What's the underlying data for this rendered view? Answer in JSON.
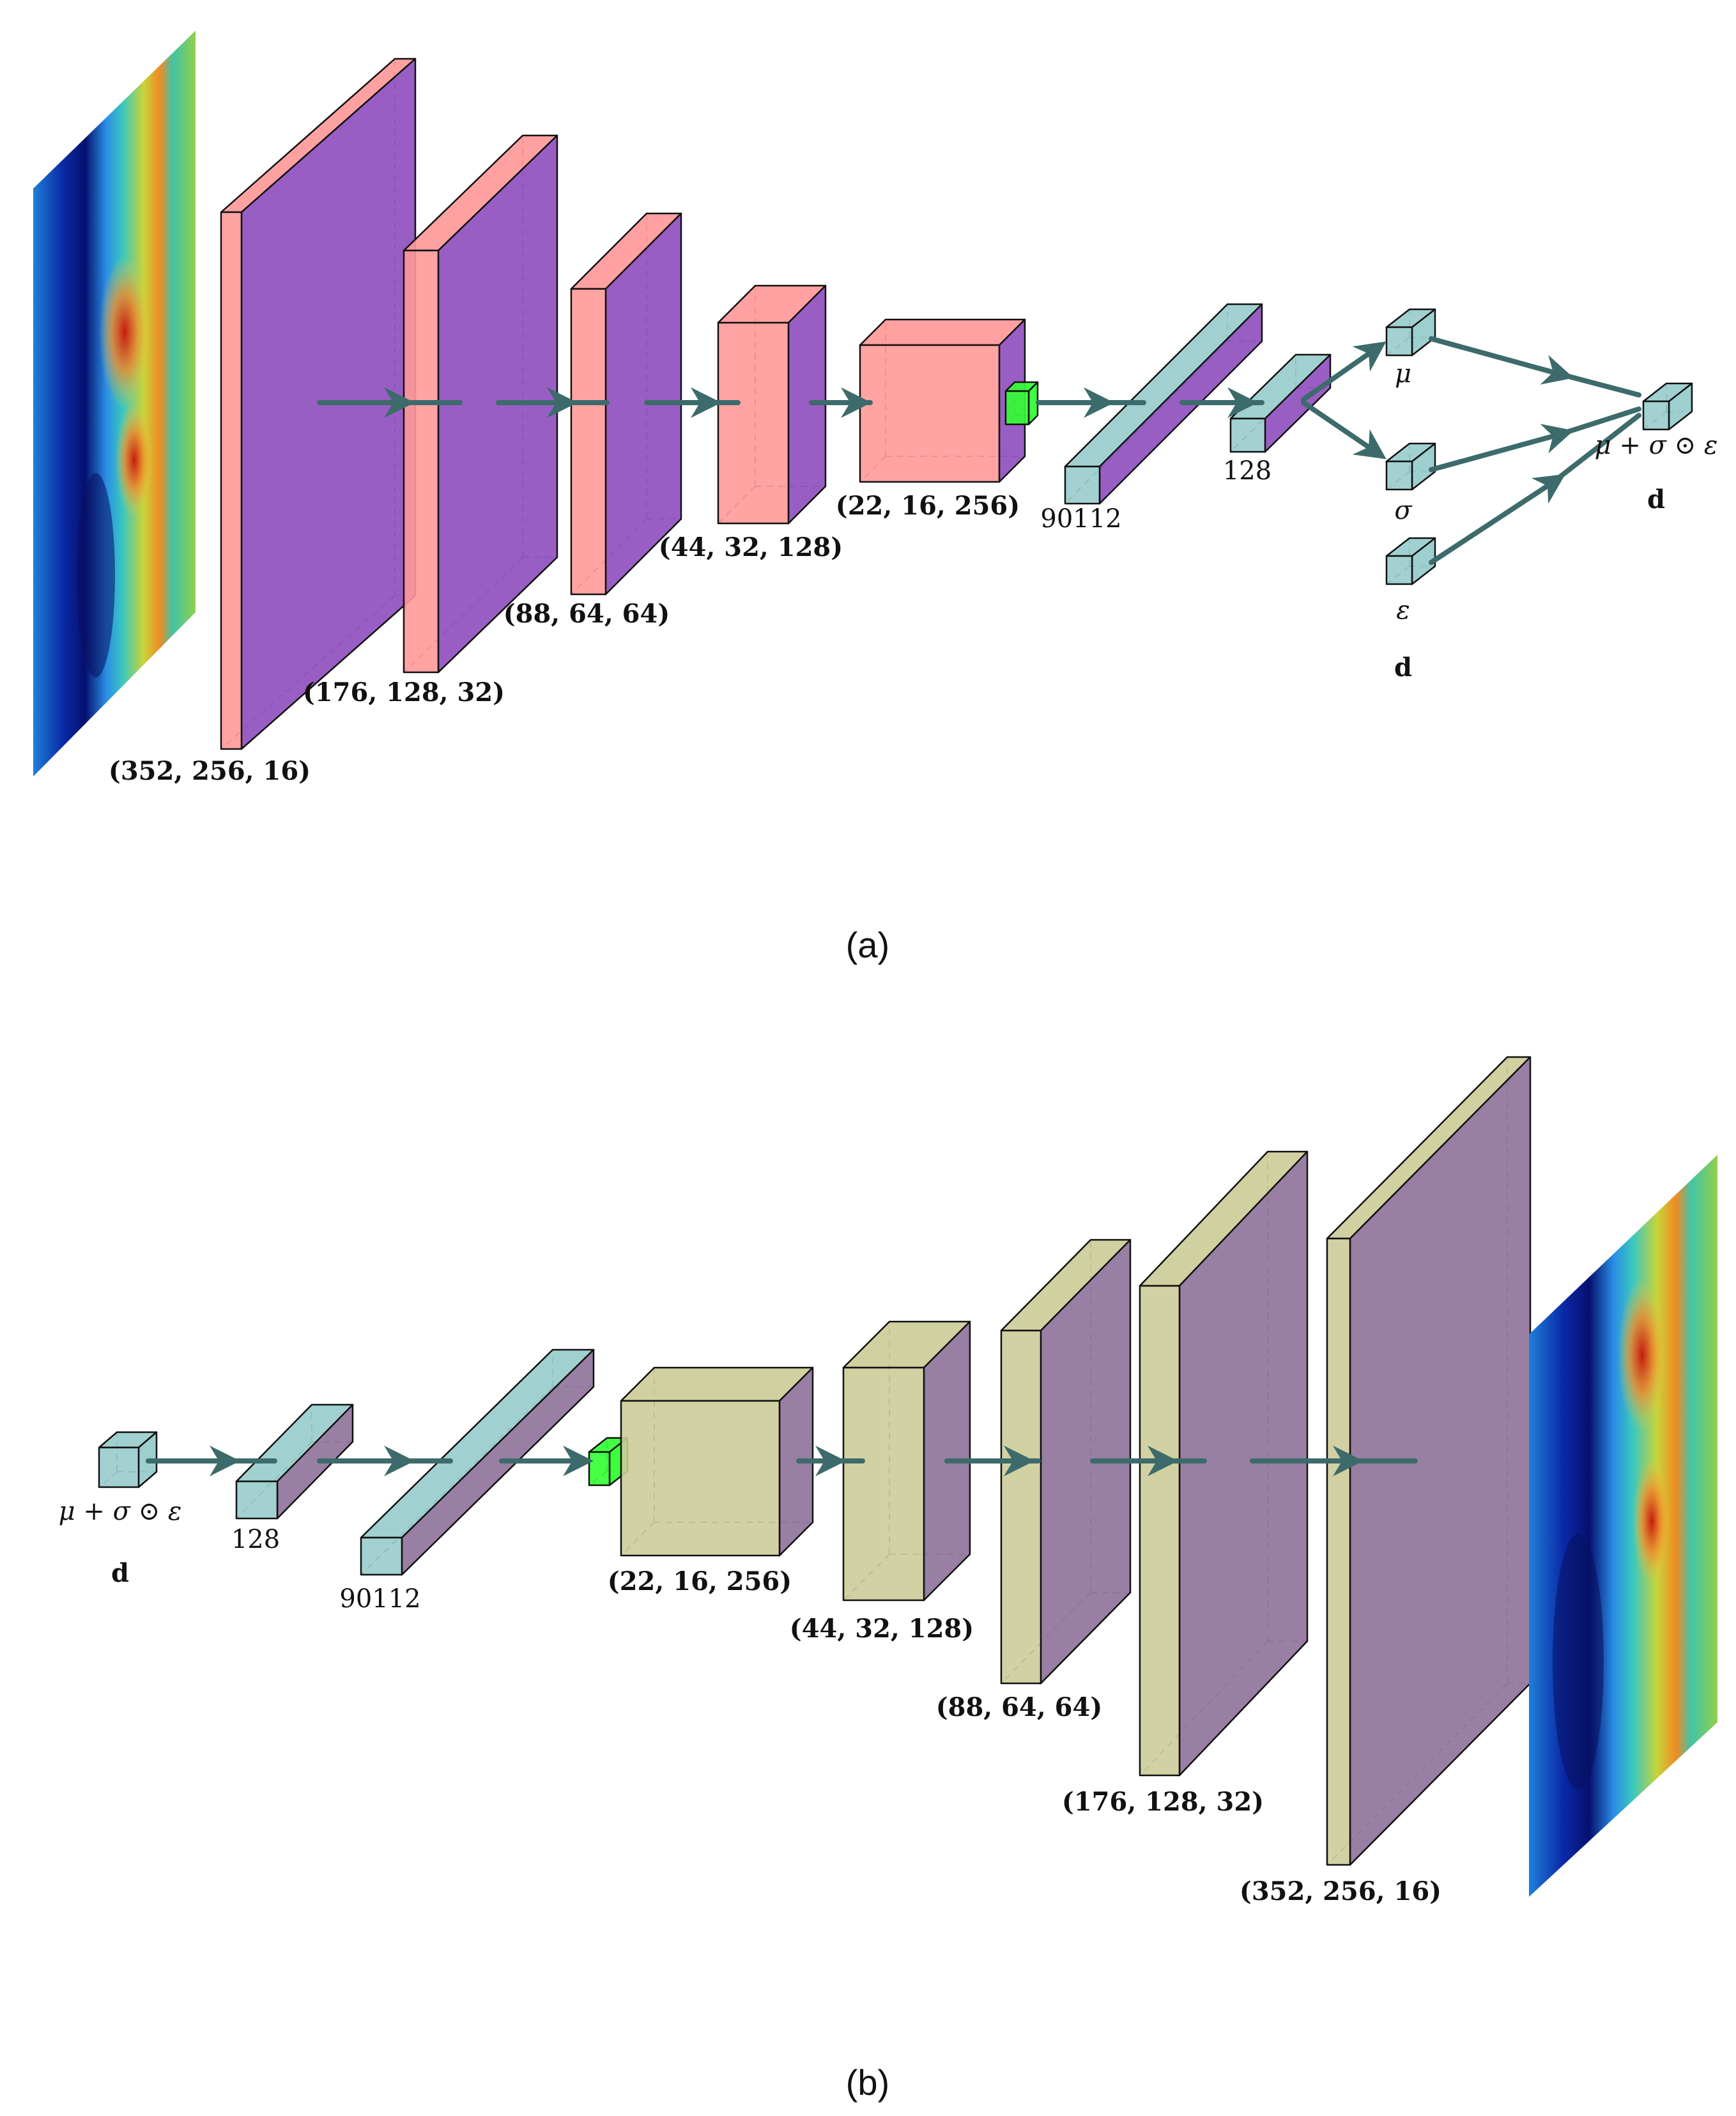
{
  "panel_a": {
    "caption": "(a)",
    "layer_labels": [
      "(352, 256, 16)",
      "(176, 128, 32)",
      "(88, 64, 64)",
      "(44, 32, 128)",
      "(22, 16, 256)"
    ],
    "flatten_label": "90112",
    "dense_label": "128",
    "mu_label": "μ",
    "sigma_label": "σ",
    "epsilon_label": "ε",
    "sample_label": "μ + σ ⊙ ε",
    "d_label_left": "d",
    "d_label_right": "d"
  },
  "panel_b": {
    "caption": "(b)",
    "input_label": "μ + σ ⊙ ε",
    "d_label": "d",
    "dense_label": "128",
    "flatten_label": "90112",
    "layer_labels": [
      "(22, 16, 256)",
      "(44, 32, 128)",
      "(88, 64, 64)",
      "(176, 128, 32)",
      "(352, 256, 16)"
    ]
  },
  "colors": {
    "encoder_front": "#ff9999",
    "encoder_side": "#9455c0",
    "decoder_front": "#cccc99",
    "decoder_side": "#93789e",
    "dense": "#99cccc",
    "bottleneck": "#33ff33",
    "arrow": "#3d6b6b"
  },
  "icons": {
    "input_image": "heatmap-field-image",
    "output_image": "heatmap-field-image"
  }
}
